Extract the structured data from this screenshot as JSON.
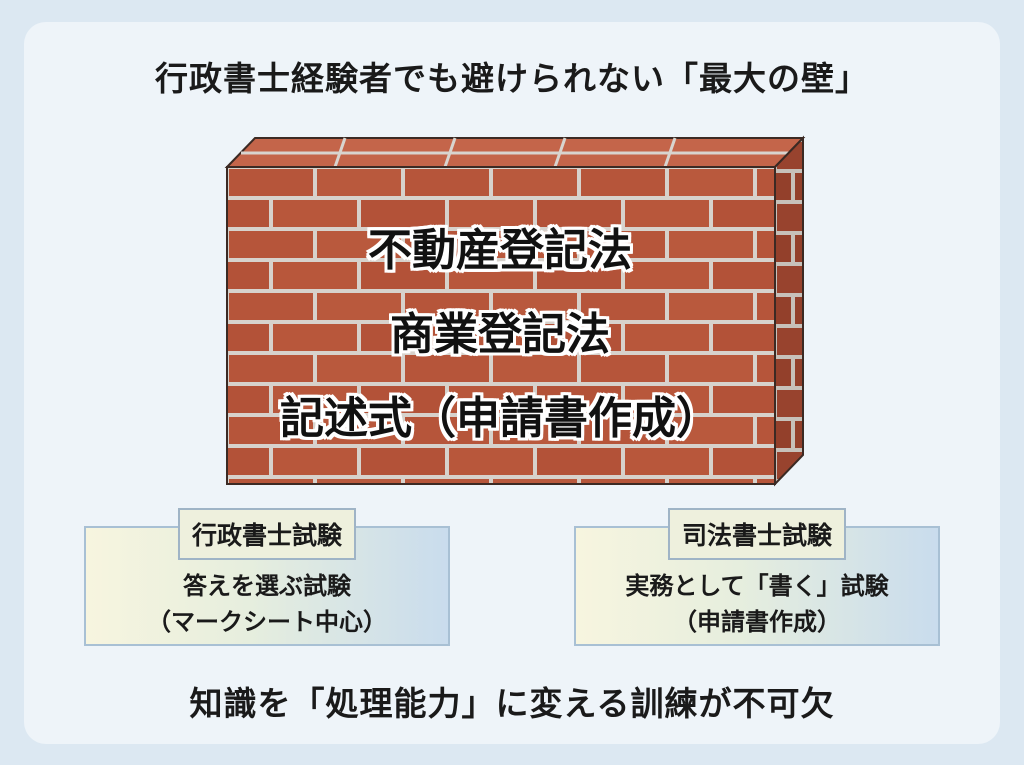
{
  "title": "行政書士経験者でも避けられない「最大の壁」",
  "wall": {
    "lines": [
      "不動産登記法",
      "商業登記法",
      "記述式（申請書作成）"
    ],
    "colors": {
      "brick": "#b7553a",
      "mortar": "#d8d4cf",
      "side": "#9a4530",
      "top": "#c4654a"
    }
  },
  "left_box": {
    "label": "行政書士試験",
    "line1": "答えを選ぶ試験",
    "line2": "（マークシート中心）"
  },
  "right_box": {
    "label": "司法書士試験",
    "line1": "実務として「書く」試験",
    "line2": "（申請書作成）"
  },
  "footer": "知識を「処理能力」に変える訓練が不可欠"
}
